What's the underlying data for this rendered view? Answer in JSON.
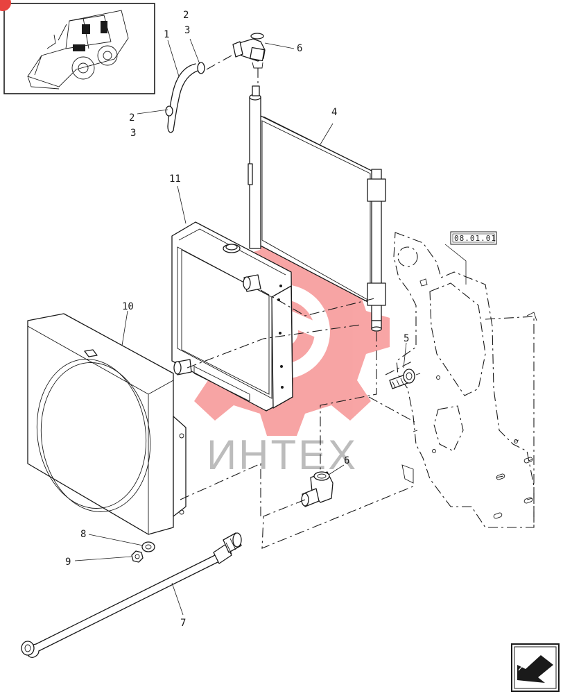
{
  "callouts": {
    "c1": "1",
    "c2_top": "2",
    "c3_top": "3",
    "c2_bottom": "2",
    "c3_bottom": "3",
    "c4": "4",
    "c5": "5",
    "c6_top": "6",
    "c6_bottom": "6",
    "c7": "7",
    "c8": "8",
    "c9": "9",
    "c10": "10",
    "c11": "11"
  },
  "reference_box": {
    "label": "08.01.01"
  },
  "watermark": {
    "text": "ИНТЕХ",
    "color": "#e8433f"
  },
  "colors": {
    "line": "#1a1a1a",
    "watermark_red": "#f25b5b",
    "watermark_grey": "#bcbcbc"
  },
  "icons": {
    "thumbnail": "skid-steer-loader-icon",
    "navigation": "next-page-arrow-icon"
  }
}
